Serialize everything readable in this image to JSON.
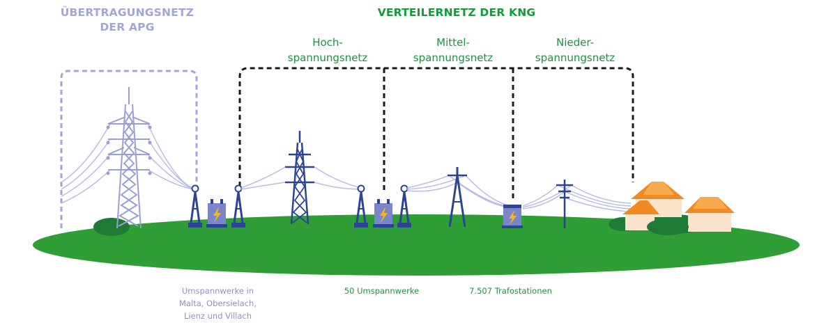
{
  "titles": {
    "transmission": [
      "ÜBERTRAGUNGSNETZ",
      "DER APG"
    ],
    "distribution": "VERTEILERNETZ DER KNG"
  },
  "levels": {
    "high": [
      "Hoch-",
      "spannungsnetz"
    ],
    "medium": [
      "Mittel-",
      "spannungsnetz"
    ],
    "low": [
      "Nieder-",
      "spannungsnetz"
    ]
  },
  "captions": {
    "apg_substations": [
      "Umspannwerke in",
      "Malta, Obersielach,",
      "Lienz und Villach"
    ],
    "substations": "50 Umspannwerke",
    "transformer_stations": "7.507 Trafostationen"
  },
  "colors": {
    "apg": "#a2a6d6",
    "kng": "#139a3a",
    "ground": "#2f9e37",
    "pylon": "#2d4394",
    "roof": "#f28a24",
    "house_wall": "#fbe3cc",
    "bolt": "#f5b81a"
  }
}
